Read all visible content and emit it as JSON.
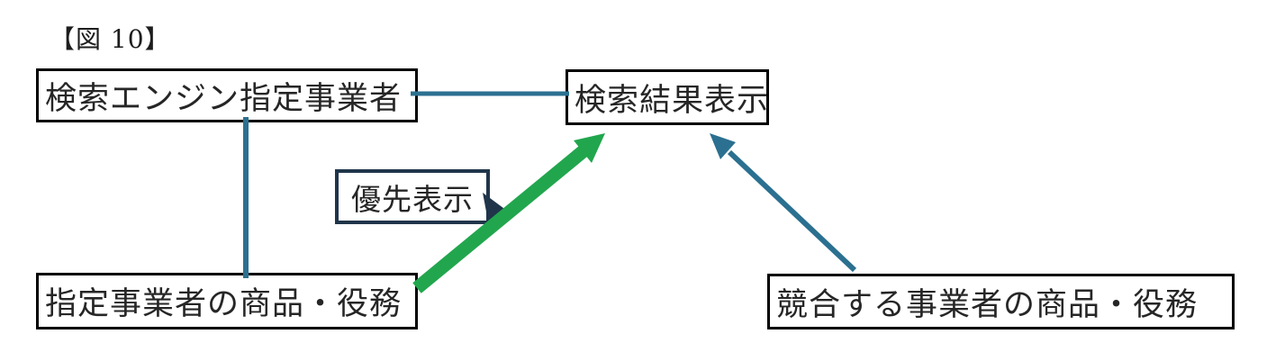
{
  "figure": {
    "label": "【図 10】",
    "nodes": {
      "search_engine_provider": {
        "label": "検索エンジン指定事業者"
      },
      "search_results": {
        "label": "検索結果表示"
      },
      "designated_goods": {
        "label": "指定事業者の商品・役務"
      },
      "competitor_goods": {
        "label": "競合する事業者の商品・役務"
      }
    },
    "callout": {
      "label": "優先表示"
    },
    "connections": [
      {
        "from": "search_engine_provider",
        "to": "search_results",
        "type": "line"
      },
      {
        "from": "search_engine_provider",
        "to": "designated_goods",
        "type": "line"
      },
      {
        "from": "designated_goods",
        "to": "search_results",
        "type": "thick_arrow",
        "label": "優先表示",
        "color": "green"
      },
      {
        "from": "competitor_goods",
        "to": "search_results",
        "type": "arrow",
        "color": "teal"
      }
    ],
    "colors": {
      "box_border": "#000000",
      "connector": "#2B7090",
      "priority_arrow": "#21A64D",
      "callout_border": "#20354A",
      "text": "#262626",
      "background": "#FFFFFF"
    }
  }
}
